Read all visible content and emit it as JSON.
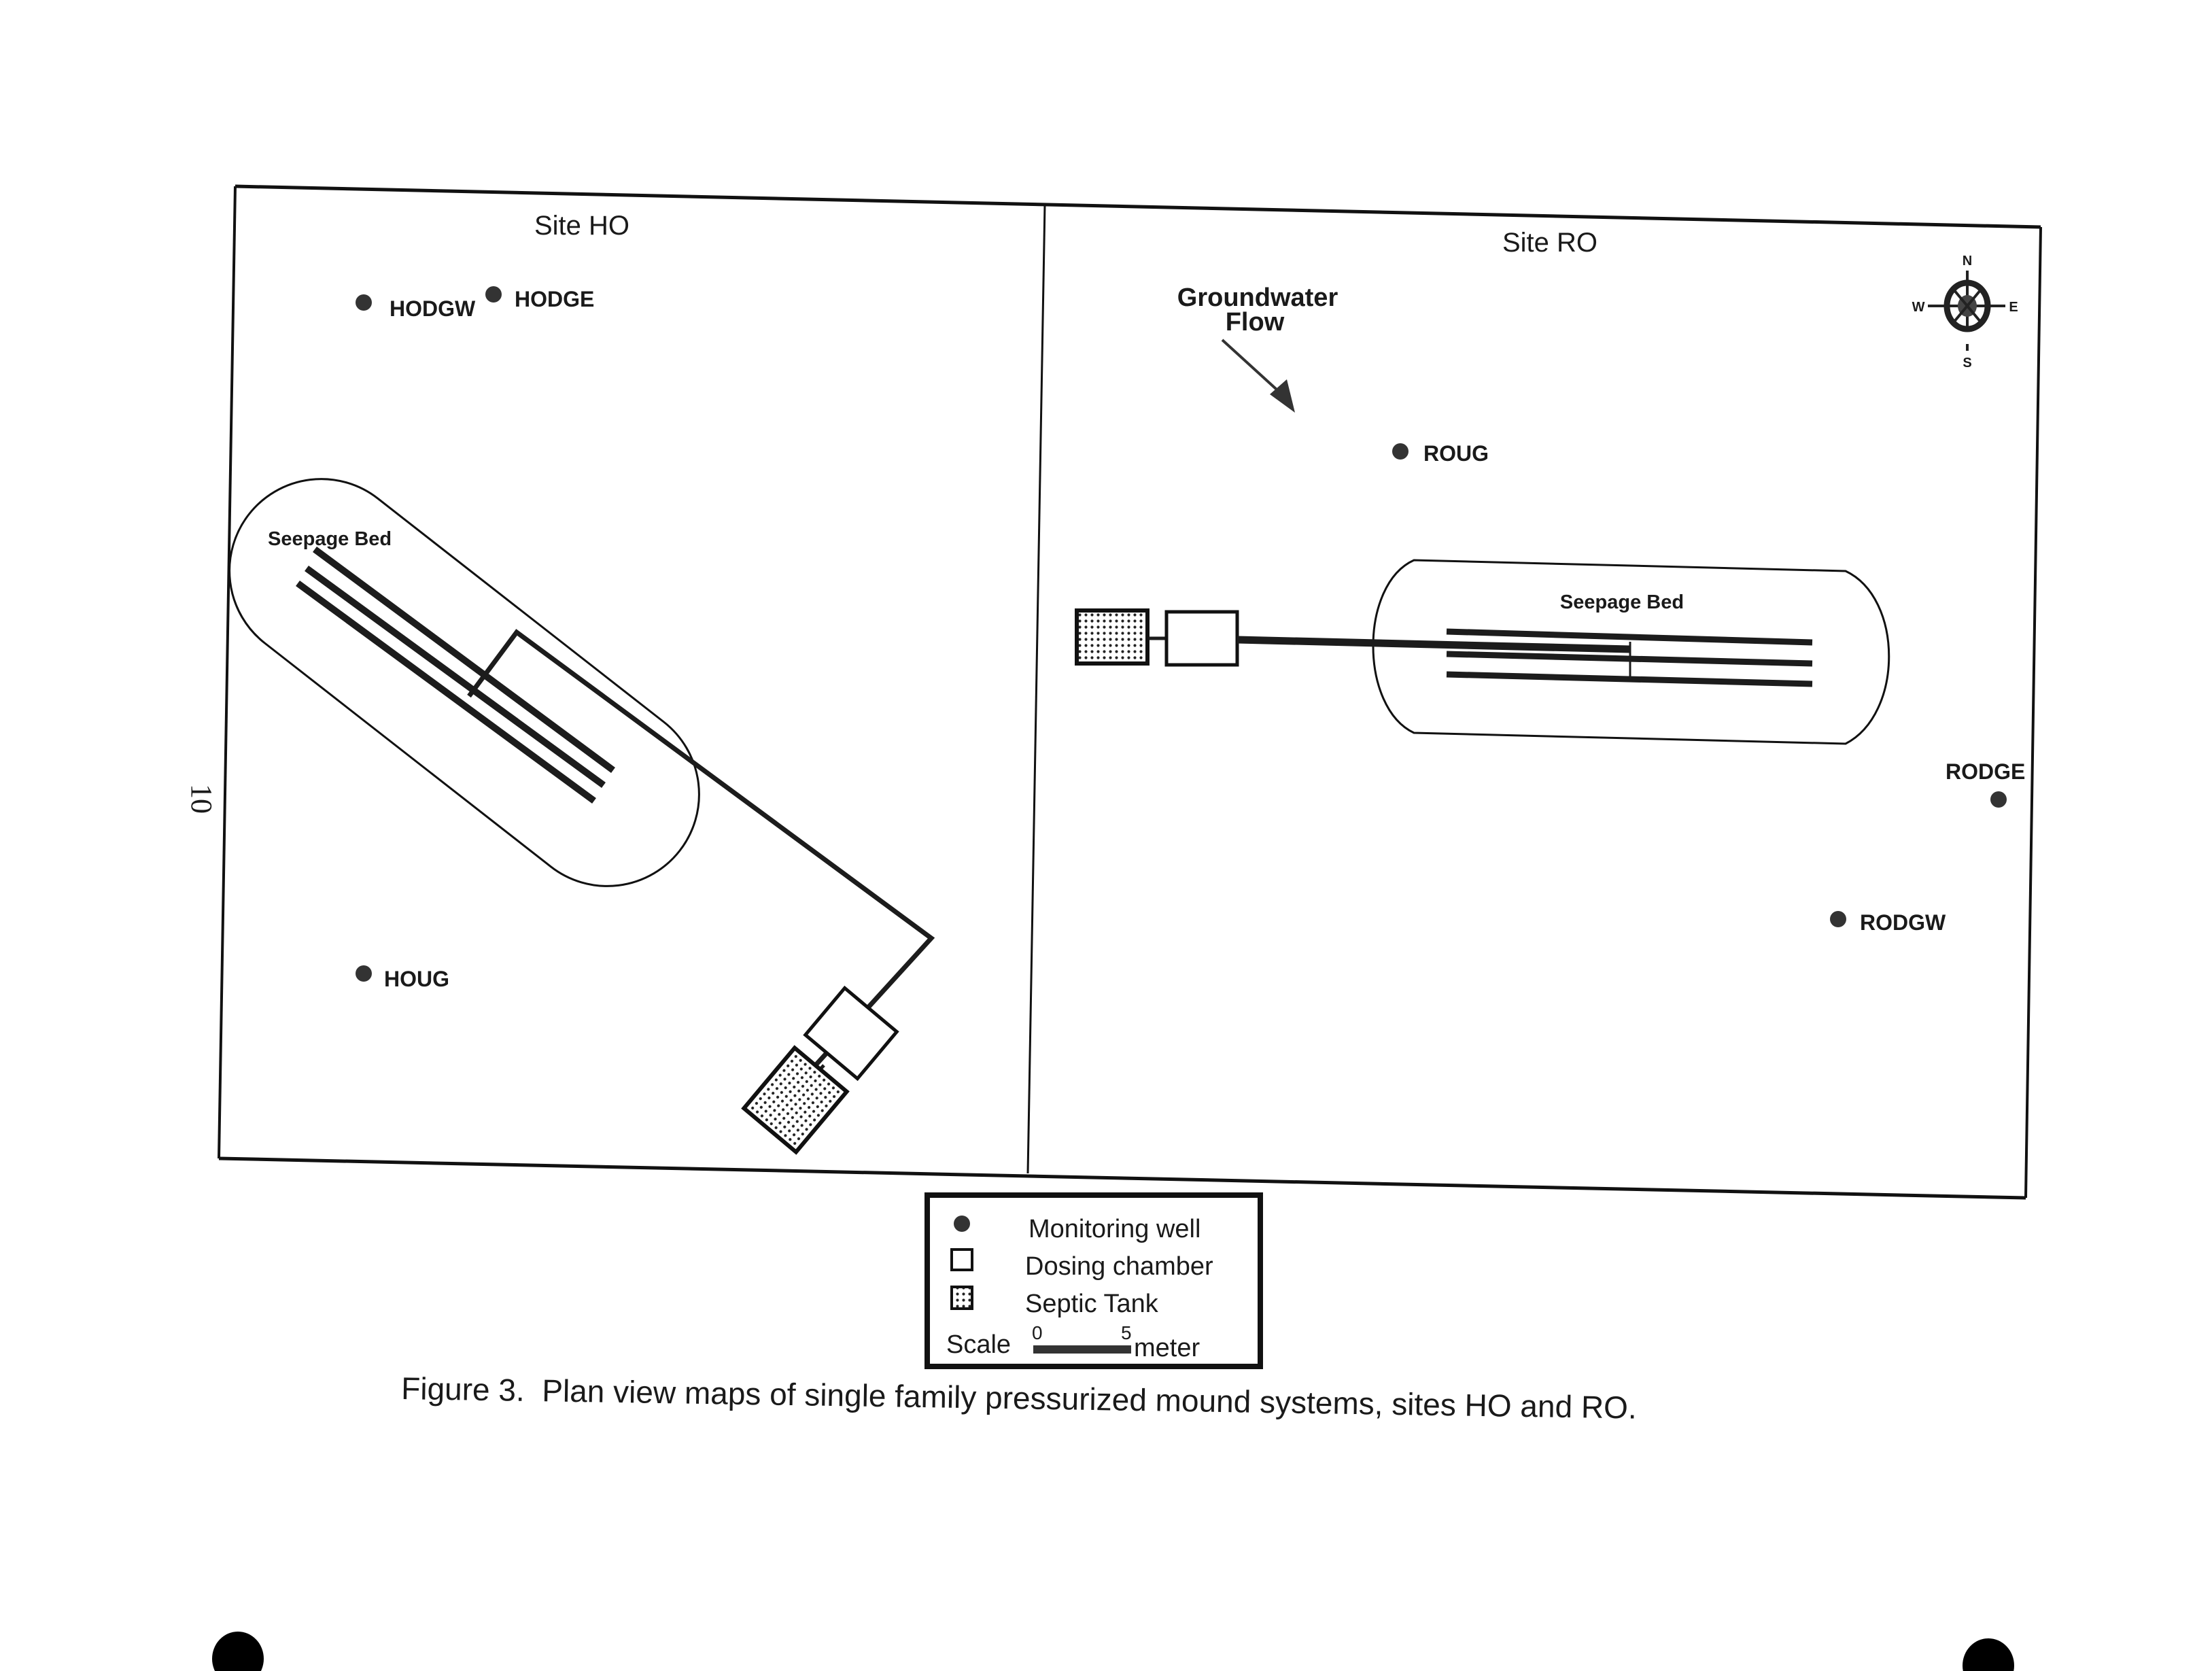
{
  "page_number": "10",
  "panels": [
    {
      "title": "Site HO",
      "seepage_bed_label": "Seepage Bed",
      "wells": [
        {
          "id": "HODGW"
        },
        {
          "id": "HODGE"
        },
        {
          "id": "HOUG"
        }
      ]
    },
    {
      "title": "Site RO",
      "seepage_bed_label": "Seepage Bed",
      "groundwater_flow_label": [
        "Groundwater",
        "Flow"
      ],
      "compass": {
        "n": "N",
        "s": "S",
        "e": "E",
        "w": "W"
      },
      "wells": [
        {
          "id": "ROUG"
        },
        {
          "id": "RODGE"
        },
        {
          "id": "RODGW"
        }
      ]
    }
  ],
  "legend": {
    "items": [
      {
        "symbol": "filled-circle",
        "label": "Monitoring well"
      },
      {
        "symbol": "open-square",
        "label": "Dosing chamber"
      },
      {
        "symbol": "dotted-square",
        "label": "Septic Tank"
      }
    ],
    "scale": {
      "label": "Scale",
      "start": "0",
      "end": "5",
      "unit": "meter"
    }
  },
  "caption": "Figure 3.  Plan view maps of single family pressurized mound systems, sites HO and RO.",
  "colors": {
    "ink": "#1a1a1a",
    "paper": "#ffffff",
    "well_fill": "#333333"
  }
}
